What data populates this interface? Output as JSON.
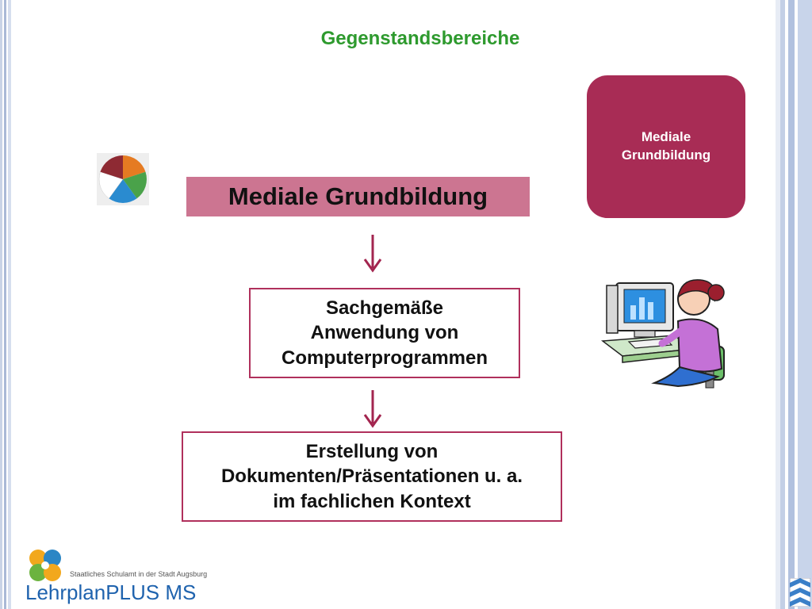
{
  "slide": {
    "heading": "Gegenstandsbereiche",
    "corner_box": {
      "line1": "Mediale",
      "line2": "Grundbildung",
      "color": "#a82c55"
    },
    "title_bar": {
      "text": "Mediale Grundbildung",
      "color": "#cc7591"
    },
    "box1": {
      "line1": "Sachgemäße",
      "line2": "Anwendung von",
      "line3": "Computerprogrammen"
    },
    "box2": {
      "line1": "Erstellung von",
      "line2": "Dokumenten/Präsentationen u. a.",
      "line3": "im fachlichen Kontext"
    },
    "arrow_color": "#a3254f",
    "heading_color": "#2e9a2e"
  },
  "footer": {
    "logo_caption": "Staatliches Schulamt in der Stadt Augsburg",
    "logo_text": "LehrplanPLUS MS",
    "logo_icon": "puzzle-icon",
    "crest_icon": "bavaria-crest-icon"
  },
  "images": {
    "wheel_icon": "subject-wheel-icon",
    "clipart_icon": "woman-at-computer-icon"
  }
}
